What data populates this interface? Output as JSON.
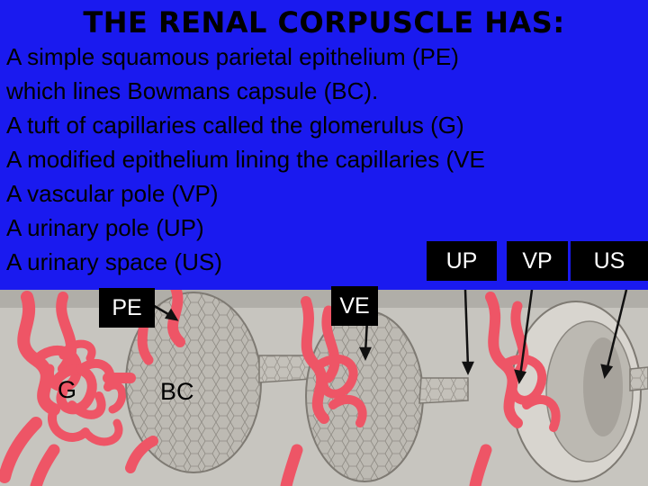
{
  "slide": {
    "title": "THE  RENAL CORPUSCLE HAS:",
    "lines": [
      "A simple squamous parietal epithelium (PE)",
      "which lines Bowmans capsule (BC).",
      "A tuft of capillaries called the glomerulus (G)",
      "A modified epithelium lining the capillaries (VE",
      "A vascular pole (VP)",
      "A urinary pole (UP)",
      "A urinary space (US)"
    ]
  },
  "labels": {
    "up": "UP",
    "vp": "VP",
    "us": "US",
    "ve": "VE",
    "pe": "PE",
    "g": "G",
    "bc": "BC"
  },
  "colors": {
    "banner": "#1a1aef",
    "vessel": "#f05a6e",
    "background": "#c9c7c2",
    "capsule": "#b9b6ae"
  }
}
